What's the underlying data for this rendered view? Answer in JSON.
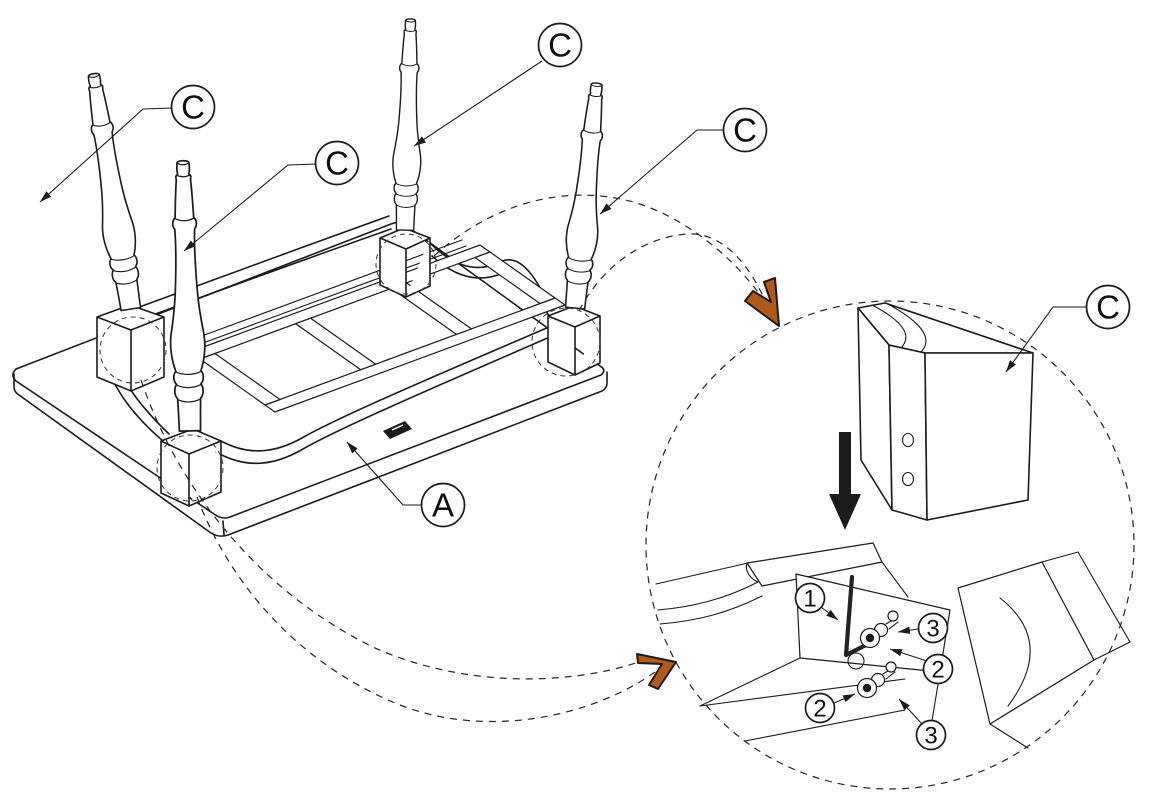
{
  "diagram": {
    "kind": "furniture-assembly-instruction-table-leg-attachment",
    "labels": {
      "leg": "C",
      "tabletop": "A",
      "hex_key": "1",
      "bolt": "2",
      "washer": "3"
    },
    "colors": {
      "line": "#1b1b1b",
      "accent_arrow": "#b05a1b",
      "background": "#ffffff"
    }
  }
}
